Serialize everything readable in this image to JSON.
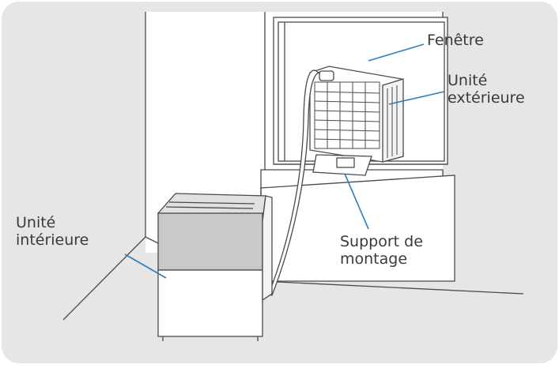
{
  "labels": {
    "window": "Fenêtre",
    "outdoor_unit": [
      "Unité",
      "extérieure"
    ],
    "indoor_unit": [
      "Unité",
      "intérieure"
    ],
    "mounting_bracket": [
      "Support de",
      "montage"
    ]
  },
  "colors": {
    "background": "#e6e6e6",
    "line": "#4a4a4a",
    "leader": "#2a7fc0",
    "unit_top": "#c9c9c9",
    "wall": "#ffffff"
  }
}
